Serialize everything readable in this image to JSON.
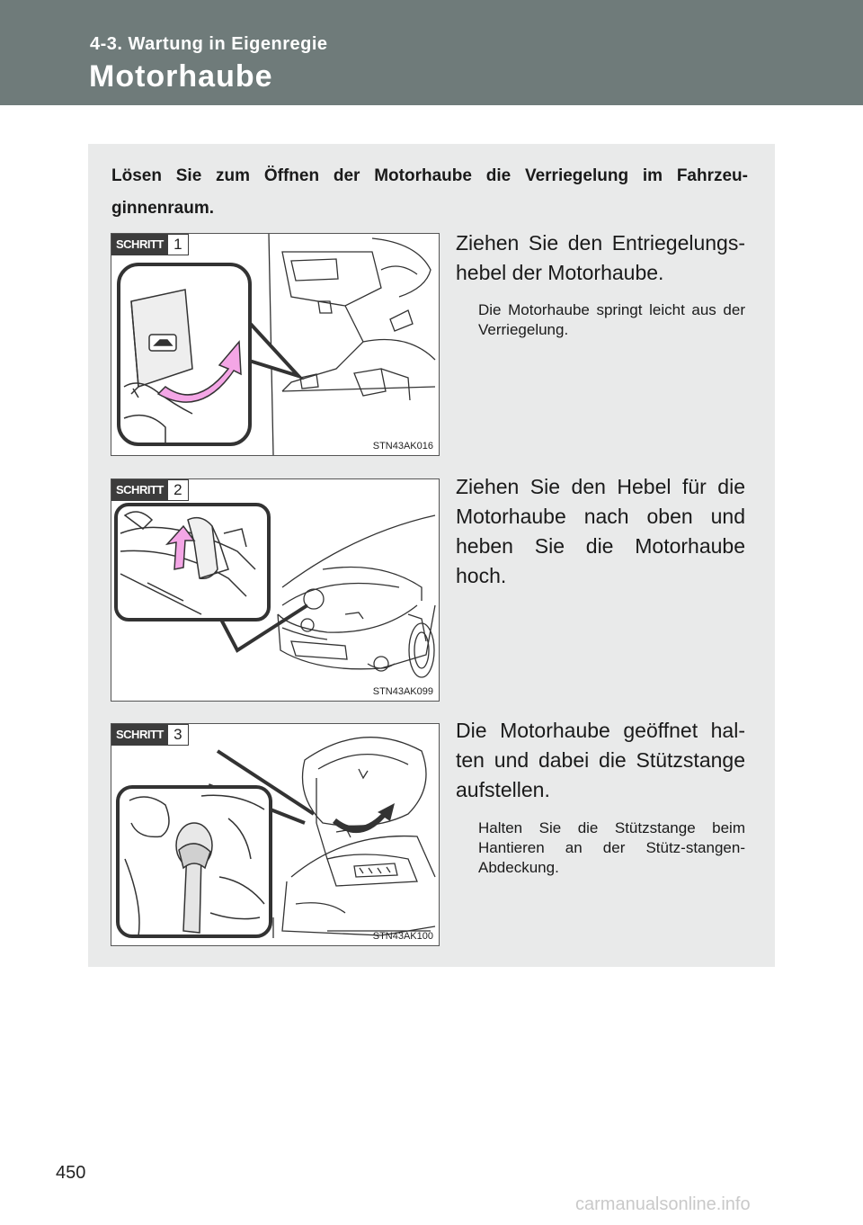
{
  "header": {
    "section": "4-3. Wartung in Eigenregie",
    "title": "Motorhaube"
  },
  "intro": "Lösen Sie zum Öffnen der Motorhaube die Verriegelung im Fahrzeu-ginnenraum.",
  "steps": [
    {
      "badge_label": "SCHRITT",
      "badge_number": "1",
      "figure_code": "STN43AK016",
      "text": "Ziehen Sie den Entriegelungs-hebel der Motorhaube.",
      "note": "Die Motorhaube springt leicht aus der Verriegelung."
    },
    {
      "badge_label": "SCHRITT",
      "badge_number": "2",
      "figure_code": "STN43AK099",
      "text": "Ziehen Sie den Hebel für die Motorhaube nach oben und heben Sie die Motorhaube hoch.",
      "note": ""
    },
    {
      "badge_label": "SCHRITT",
      "badge_number": "3",
      "figure_code": "STN43AK100",
      "text": "Die Motorhaube geöffnet hal-ten und dabei die Stützstange aufstellen.",
      "note": "Halten Sie die Stützstange beim Hantieren an der Stütz-stangen-Abdeckung."
    }
  ],
  "page_number": "450",
  "watermark": "carmanualsonline.info",
  "colors": {
    "header_bg": "#6f7b7a",
    "panel_bg": "#e9eaea",
    "arrow_pink": "#f4a6e6"
  }
}
